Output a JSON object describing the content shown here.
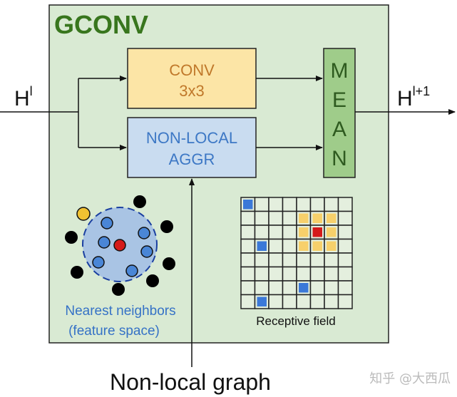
{
  "block": {
    "title": "GCONV",
    "conv_line1": "CONV",
    "conv_line2": "3x3",
    "nonlocal_line1": "NON-LOCAL",
    "nonlocal_line2": "AGGR",
    "mean_letters": [
      "M",
      "E",
      "A",
      "N"
    ]
  },
  "input_label": {
    "base": "H",
    "sup": "l"
  },
  "output_label": {
    "base": "H",
    "sup": "l+1"
  },
  "neighbors_caption": [
    "Nearest neighbors",
    "(feature space)"
  ],
  "grid": {
    "caption": "Receptive field",
    "size": 8,
    "blue_cells": [
      [
        0,
        0
      ],
      [
        3,
        1
      ],
      [
        6,
        4
      ],
      [
        7,
        1
      ]
    ],
    "yellow_cells": [
      [
        1,
        4
      ],
      [
        1,
        5
      ],
      [
        1,
        6
      ],
      [
        2,
        4
      ],
      [
        2,
        6
      ],
      [
        3,
        4
      ],
      [
        3,
        5
      ],
      [
        3,
        6
      ]
    ],
    "red_cells": [
      [
        2,
        5
      ]
    ]
  },
  "bottom_label": "Non-local graph",
  "watermark": "知乎 @大西瓜",
  "colors": {
    "block_bg": "#d9ead3",
    "title": "#38761d",
    "conv_fill": "#fce5a6",
    "conv_text": "#c0782a",
    "nonlocal_fill": "#c9dcf0",
    "nonlocal_text": "#3d78c5",
    "mean_fill": "#9fcc8a",
    "mean_text": "#2e5a1f",
    "grid_bg": "#e4efde",
    "blue": "#3b78d8",
    "yellow": "#f7d06b",
    "red": "#d51a1a",
    "caption_blue": "#3572c6"
  }
}
